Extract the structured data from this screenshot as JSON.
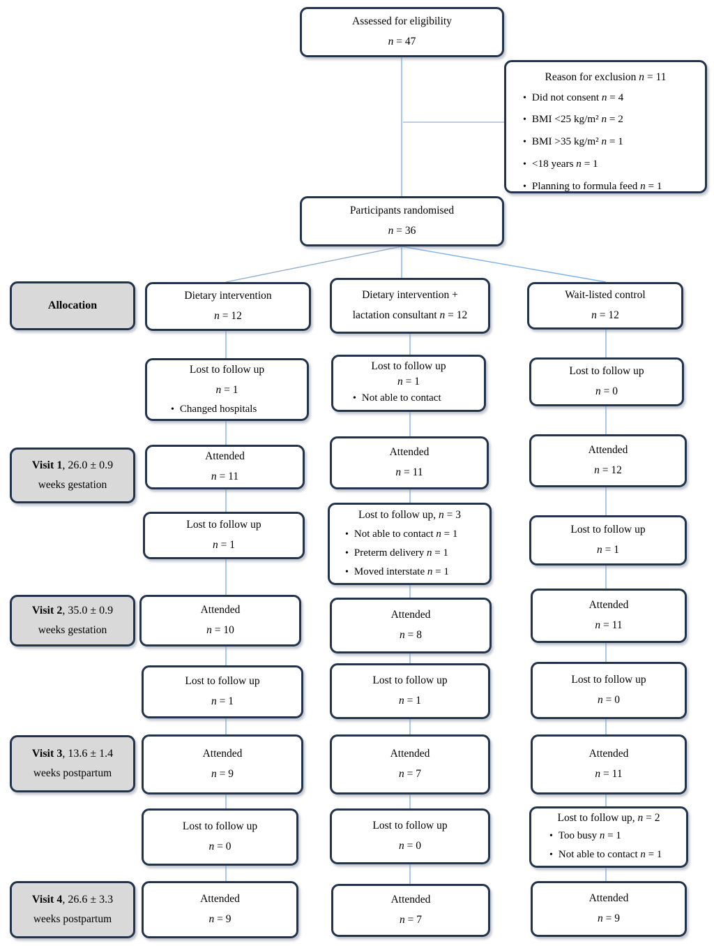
{
  "colors": {
    "box_border": "#22344c",
    "connector_line": "#7fb2e5",
    "label_background": "#d9d9d9",
    "box_background": "#ffffff"
  },
  "top": {
    "assessed": {
      "title": "Assessed for eligibility",
      "n": "n = 47"
    },
    "exclusion": {
      "title": "Reason for exclusion n = 11",
      "bullets": [
        "Did not consent n = 4",
        "BMI <25 kg/m² n = 2",
        "BMI >35 kg/m² n = 1",
        "<18 years n = 1",
        "Planning to formula feed n = 1"
      ]
    },
    "randomised": {
      "title": "Participants randomised",
      "n": "n = 36"
    }
  },
  "labels": {
    "allocation": {
      "bold": "Allocation"
    },
    "visit1": {
      "bold": "Visit 1",
      "rest": ", 26.0 ± 0.9",
      "line2": "weeks gestation"
    },
    "visit2": {
      "bold": "Visit 2",
      "rest": ", 35.0 ± 0.9",
      "line2": "weeks gestation"
    },
    "visit3": {
      "bold": "Visit 3",
      "rest": ", 13.6 ± 1.4",
      "line2": "weeks postpartum"
    },
    "visit4": {
      "bold": "Visit 4",
      "rest": ", 26.6 ± 3.3",
      "line2": "weeks postpartum"
    }
  },
  "arms": [
    {
      "name": "Dietary intervention",
      "header": {
        "line1": "Dietary intervention",
        "line2": "n = 12"
      },
      "lost1": {
        "title": "Lost to follow up",
        "n": "n = 1",
        "bullets": [
          "Changed hospitals"
        ]
      },
      "attended1": {
        "title": "Attended",
        "n": "n = 11"
      },
      "lost2": {
        "title": "Lost to follow up",
        "n": "n = 1"
      },
      "attended2": {
        "title": "Attended",
        "n": "n = 10"
      },
      "lost3": {
        "title": "Lost to follow up",
        "n": "n = 1"
      },
      "attended3": {
        "title": "Attended",
        "n": "n = 9"
      },
      "lost4": {
        "title": "Lost to follow up",
        "n": "n = 0"
      },
      "attended4": {
        "title": "Attended",
        "n": "n = 9"
      }
    },
    {
      "name": "Dietary intervention + lactation consultant",
      "header": {
        "line1": "Dietary intervention +",
        "line2": "lactation consultant n = 12"
      },
      "lost1": {
        "title": "Lost to follow up",
        "n": "n = 1",
        "bullets": [
          "Not able to contact"
        ]
      },
      "attended1": {
        "title": "Attended",
        "n": "n = 11"
      },
      "lost2": {
        "title": "Lost to follow up, n = 3",
        "bullets": [
          "Not able to contact n = 1",
          "Preterm delivery n = 1",
          "Moved interstate n = 1"
        ]
      },
      "attended2": {
        "title": "Attended",
        "n": "n = 8"
      },
      "lost3": {
        "title": "Lost to follow up",
        "n": "n = 1"
      },
      "attended3": {
        "title": "Attended",
        "n": "n = 7"
      },
      "lost4": {
        "title": "Lost to follow up",
        "n": "n = 0"
      },
      "attended4": {
        "title": "Attended",
        "n": "n = 7"
      }
    },
    {
      "name": "Wait-listed control",
      "header": {
        "line1": "Wait-listed control",
        "line2": "n = 12"
      },
      "lost1": {
        "title": "Lost to follow up",
        "n": "n = 0"
      },
      "attended1": {
        "title": "Attended",
        "n": "n = 12"
      },
      "lost2": {
        "title": "Lost to follow up",
        "n": "n = 1"
      },
      "attended2": {
        "title": "Attended",
        "n": "n = 11"
      },
      "lost3": {
        "title": "Lost to follow up",
        "n": "n = 0"
      },
      "attended3": {
        "title": "Attended",
        "n": "n = 11"
      },
      "lost4": {
        "title": "Lost to follow up, n = 2",
        "bullets": [
          "Too busy n = 1",
          "Not able to contact n = 1"
        ]
      },
      "attended4": {
        "title": "Attended",
        "n": "n = 9"
      }
    }
  ]
}
